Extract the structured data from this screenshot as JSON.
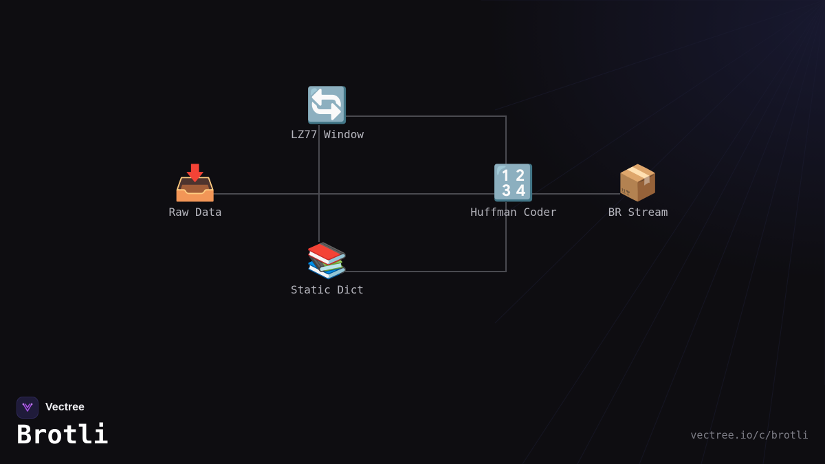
{
  "brand": {
    "name": "Vectree",
    "logo_color": "#a44fe0"
  },
  "title": "Brotli",
  "url": "vectree.io/c/brotli",
  "colors": {
    "background": "#0e0d11",
    "edge": "#4a4a50",
    "label": "#b4b4bc"
  },
  "diagram": {
    "nodes": [
      {
        "id": "raw",
        "label": "Raw Data",
        "icon": "📥",
        "icon_name": "inbox-tray-icon"
      },
      {
        "id": "lz77",
        "label": "LZ77 Window",
        "icon": "🔄",
        "icon_name": "arrows-cycle-icon"
      },
      {
        "id": "dict",
        "label": "Static Dict",
        "icon": "📚",
        "icon_name": "books-icon"
      },
      {
        "id": "huffman",
        "label": "Huffman Coder",
        "icon": "🔢",
        "icon_name": "numbers-icon"
      },
      {
        "id": "br",
        "label": "BR Stream",
        "icon": "📦",
        "icon_name": "package-icon"
      }
    ],
    "edges": [
      {
        "from": "raw",
        "to": "lz77"
      },
      {
        "from": "raw",
        "to": "dict"
      },
      {
        "from": "raw",
        "to": "huffman"
      },
      {
        "from": "lz77",
        "to": "huffman"
      },
      {
        "from": "dict",
        "to": "huffman"
      },
      {
        "from": "huffman",
        "to": "br"
      }
    ]
  }
}
